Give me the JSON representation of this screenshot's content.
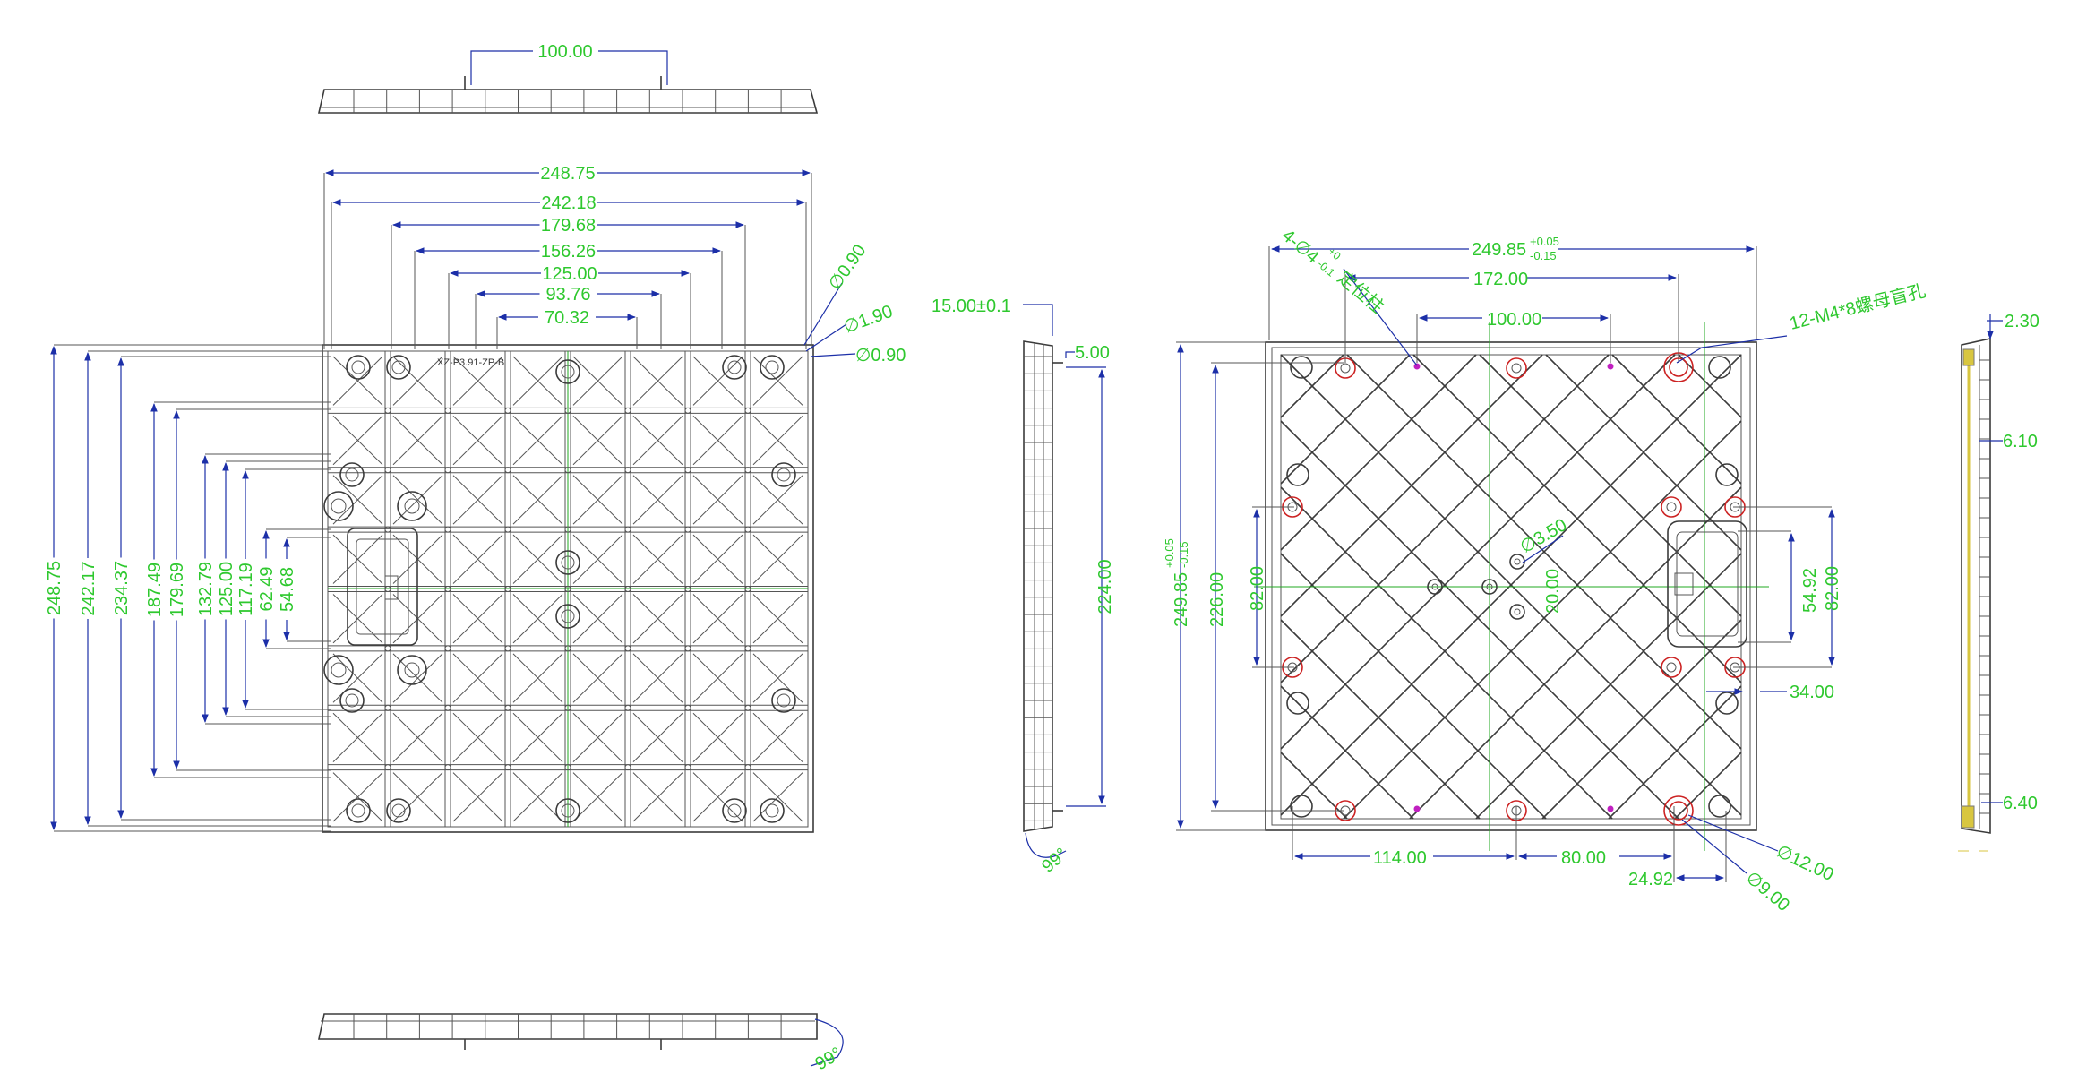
{
  "colors": {
    "outline": "#3b3b3b",
    "dimension_line": "#1c2fa8",
    "dimension_text": "#2ec82e",
    "centerline": "#22a822",
    "hole_highlight": "#cc2222",
    "insert_marker": "#c020c0",
    "edge_detail": "#d8c640"
  },
  "labels": {
    "part_code": "XZ-P3.91-ZP-B",
    "top_view": {
      "pin_spacing": "100.00"
    },
    "front_view": {
      "h_dims": [
        "248.75",
        "242.18",
        "179.68",
        "156.26",
        "125.00",
        "93.76",
        "70.32"
      ],
      "v_dims": [
        "248.75",
        "242.17",
        "234.37",
        "187.49",
        "179.69",
        "132.79",
        "125.00",
        "117.19",
        "62.49",
        "54.68"
      ],
      "dia_a": "∅0.90",
      "dia_b": "∅1.90",
      "dia_c": "∅0.90"
    },
    "side_view": {
      "top_dim": "15.00±0.1",
      "pin_dim": "5.00",
      "height": "224.00",
      "angle": "99°"
    },
    "bottom_view": {
      "angle": "99°"
    },
    "back_view": {
      "width_main": "249.85",
      "tol_plus": "+0.05",
      "tol_minus": "-0.15",
      "locating_a": "4-∅4",
      "locating_tol_plus": "+0",
      "locating_tol_minus": "-0.1",
      "locating_b": "定位柱",
      "span_172": "172.00",
      "span_100": "100.00",
      "nut_note": "12-M4*8螺母盲孔",
      "height_main": "249.85",
      "h226": "226.00",
      "h82_left": "82.00",
      "d3_5": "∅3.50",
      "d20": "20.00",
      "h54": "54.92",
      "h82_right": "82.00",
      "h34": "34.00",
      "w114": "114.00",
      "w80": "80.00",
      "w24": "24.92",
      "d12": "∅12.00",
      "d9": "∅9.00"
    },
    "edge_view": {
      "d1": "2.30",
      "d2": "6.10",
      "d3": "6.40"
    }
  }
}
